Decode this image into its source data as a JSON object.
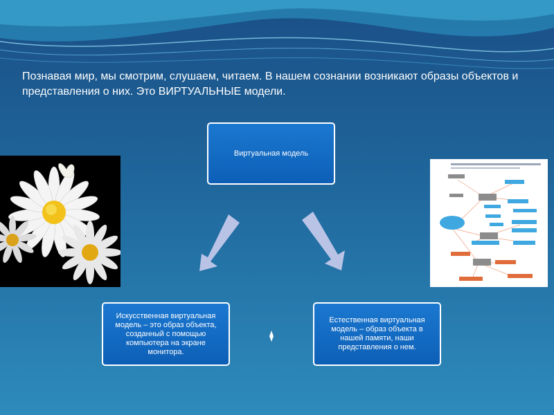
{
  "intro_text": "Познавая мир, мы смотрим, слушаем, читаем. В нашем сознании возникают образы объектов и представления о них. Это ВИРТУАЛЬНЫЕ модели.",
  "diagram": {
    "root": "Виртуальная модель",
    "left_child": "Искусственная виртуальная модель – это образ объекта, созданный с помощью компьютера на экране монитора.",
    "right_child": "Естественная виртуальная модель – образ объекта в нашей памяти, наши представления о нем."
  },
  "colors": {
    "background_top": "#1a4f86",
    "background_bottom": "#2e8bbc",
    "box_fill": "#0d5fb6",
    "box_border": "#ffffff",
    "arrow_fill": "#b9c3e6"
  },
  "images": {
    "left": "daisy-photo",
    "right": "infographic-thumbnail"
  }
}
